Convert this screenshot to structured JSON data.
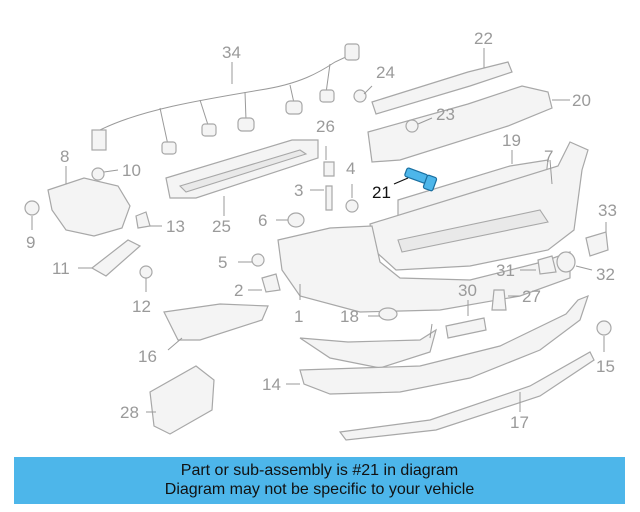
{
  "diagram": {
    "highlight_color": "#4db6ea",
    "callouts": [
      {
        "id": "c34",
        "label": "34"
      },
      {
        "id": "c22",
        "label": "22"
      },
      {
        "id": "c24",
        "label": "24"
      },
      {
        "id": "c20",
        "label": "20"
      },
      {
        "id": "c23",
        "label": "23"
      },
      {
        "id": "c8",
        "label": "8"
      },
      {
        "id": "c26",
        "label": "26"
      },
      {
        "id": "c10",
        "label": "10"
      },
      {
        "id": "c19",
        "label": "19"
      },
      {
        "id": "c7",
        "label": "7"
      },
      {
        "id": "c3",
        "label": "3"
      },
      {
        "id": "c4",
        "label": "4"
      },
      {
        "id": "c21",
        "label": "21"
      },
      {
        "id": "c9",
        "label": "9"
      },
      {
        "id": "c13",
        "label": "13"
      },
      {
        "id": "c25",
        "label": "25"
      },
      {
        "id": "c6",
        "label": "6"
      },
      {
        "id": "c33",
        "label": "33"
      },
      {
        "id": "c11",
        "label": "11"
      },
      {
        "id": "c5",
        "label": "5"
      },
      {
        "id": "c31",
        "label": "31"
      },
      {
        "id": "c32",
        "label": "32"
      },
      {
        "id": "c2",
        "label": "2"
      },
      {
        "id": "c30",
        "label": "30"
      },
      {
        "id": "c27",
        "label": "27"
      },
      {
        "id": "c12",
        "label": "12"
      },
      {
        "id": "c1",
        "label": "1"
      },
      {
        "id": "c18",
        "label": "18"
      },
      {
        "id": "c16",
        "label": "16"
      },
      {
        "id": "c15",
        "label": "15"
      },
      {
        "id": "c14",
        "label": "14"
      },
      {
        "id": "c28",
        "label": "28"
      },
      {
        "id": "c17",
        "label": "17"
      }
    ]
  },
  "banner": {
    "line1": "Part or sub-assembly is #21 in diagram",
    "line2": "Diagram may not be specific to your vehicle"
  }
}
